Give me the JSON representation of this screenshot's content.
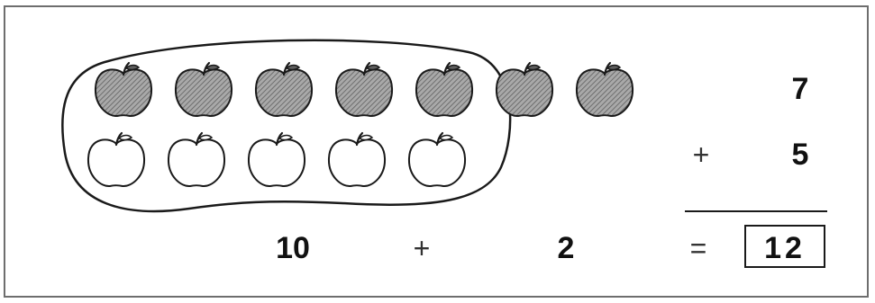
{
  "apples": {
    "shaded_count": 7,
    "outlined_count": 5,
    "grouped_count": 10,
    "shaded_color": "#8c8c8c",
    "outline_color": "#1a1a1a"
  },
  "vertical_sum": {
    "top": "7",
    "operator": "+",
    "bottom": "5"
  },
  "bottom_equation": {
    "left": "10",
    "operator": "+",
    "right": "2",
    "equals": "=",
    "result": "12"
  }
}
